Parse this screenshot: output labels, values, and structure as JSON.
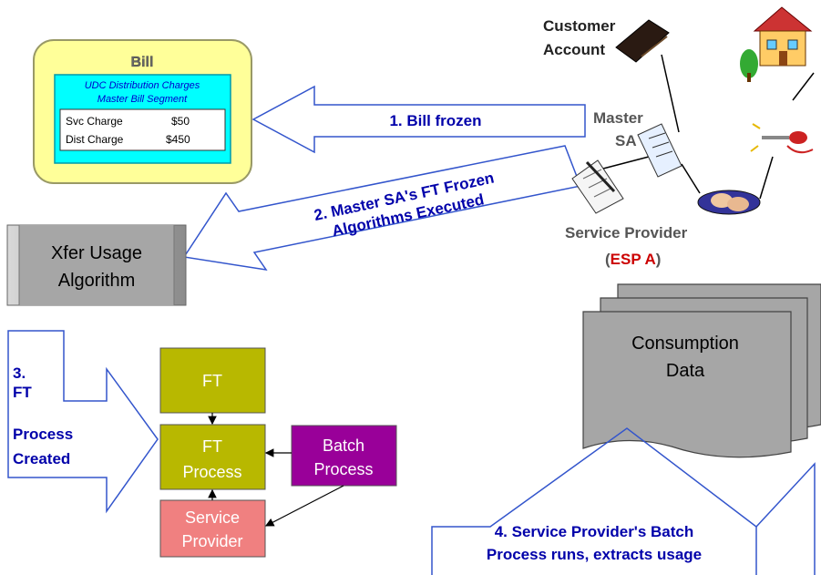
{
  "bill": {
    "title": "Bill",
    "segment_line1": "UDC Distribution Charges",
    "segment_line2": "Master Bill Segment",
    "row1_label": "Svc Charge",
    "row1_value": "$50",
    "row2_label": "Dist Charge",
    "row2_value": "$450"
  },
  "steps": {
    "step1": "1. Bill frozen",
    "step2_line1": "2. Master SA's FT Frozen",
    "step2_line2": "Algorithms Executed",
    "step3_line1": "3.",
    "step3_line2": "FT",
    "step3_line3": "Process",
    "step3_line4": "Created",
    "step4_line1": "4. Service Provider's Batch",
    "step4_line2": "Process runs, extracts usage"
  },
  "entities": {
    "customer_line1": "Customer",
    "customer_line2": "Account",
    "master_sa_line1": "Master",
    "master_sa_line2": "SA",
    "service_provider": "Service Provider",
    "esp_open": "(",
    "esp_name": "ESP A",
    "esp_close": ")"
  },
  "boxes": {
    "xfer_line1": "Xfer Usage",
    "xfer_line2": "Algorithm",
    "ft": "FT",
    "ft_process_line1": "FT",
    "ft_process_line2": "Process",
    "batch_line1": "Batch",
    "batch_line2": "Process",
    "sp_line1": "Service",
    "sp_line2": "Provider",
    "consumption_line1": "Consumption",
    "consumption_line2": "Data"
  },
  "colors": {
    "bill_bg": "#ffff99",
    "bill_segment": "#00ffff",
    "arrow_text": "#0000aa",
    "arrow_stroke": "#3355cc",
    "ft_box": "#b8b800",
    "batch_box": "#990099",
    "sp_box": "#f08080",
    "gray_box": "#a6a6a6",
    "esp_red": "#cc0000"
  }
}
